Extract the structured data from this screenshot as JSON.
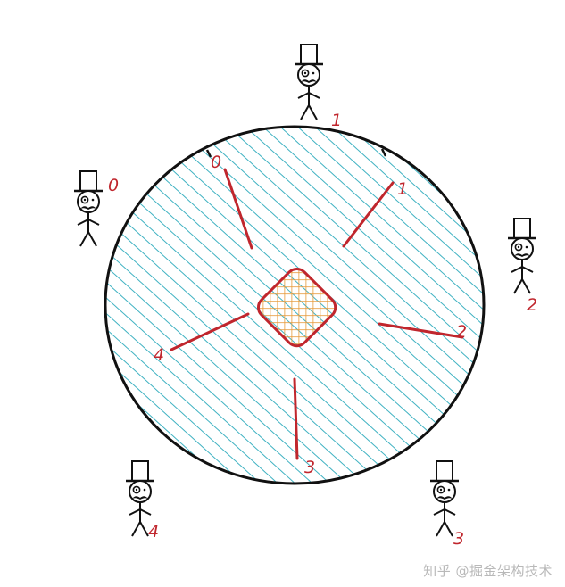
{
  "diagram": {
    "colors": {
      "ink": "#111111",
      "hatch": "#3fb2c2",
      "accent": "#c0262d",
      "center_hatch": "#e79a3a"
    },
    "icon": "top-hat-gentleman-icon",
    "people": [
      {
        "id": "person-0",
        "label": "0"
      },
      {
        "id": "person-1",
        "label": "1"
      },
      {
        "id": "person-2",
        "label": "2"
      },
      {
        "id": "person-3",
        "label": "3"
      },
      {
        "id": "person-4",
        "label": "4"
      }
    ],
    "slices": [
      {
        "id": "slice-0",
        "label": "0"
      },
      {
        "id": "slice-1",
        "label": "1"
      },
      {
        "id": "slice-2",
        "label": "2"
      },
      {
        "id": "slice-3",
        "label": "3"
      },
      {
        "id": "slice-4",
        "label": "4"
      }
    ]
  },
  "watermark": "知乎 @掘金架构技术"
}
